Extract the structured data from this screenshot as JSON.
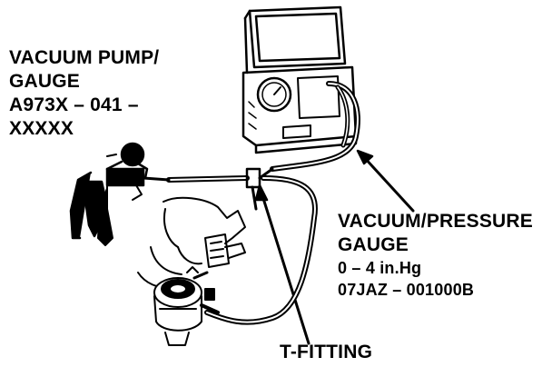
{
  "labels": {
    "pump": {
      "line1": "VACUUM PUMP/",
      "line2": "GAUGE",
      "line3": "A973X – 041 –",
      "line4": "XXXXX"
    },
    "gauge": {
      "line1": "VACUUM/PRESSURE",
      "line2": "GAUGE",
      "line3": "0 – 4 in.Hg",
      "line4": "07JAZ – 001000B"
    },
    "tfitting": "T-FITTING"
  },
  "colors": {
    "ink": "#000000",
    "paper": "#ffffff"
  }
}
